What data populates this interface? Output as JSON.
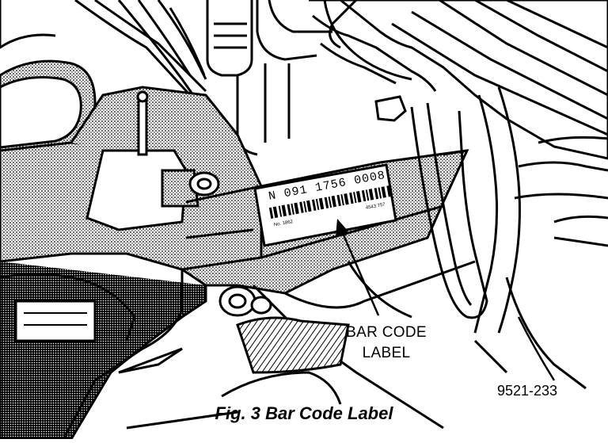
{
  "label": {
    "serial": "N 091 1756 0008",
    "small_left": "No. 1862",
    "small_right": "4543 757"
  },
  "callout": {
    "line1": "BAR CODE",
    "line2": "LABEL"
  },
  "figure_number": "9521-233",
  "caption": "Fig. 3 Bar Code Label",
  "icons": [
    "transmission-case",
    "bar-code-label",
    "bolt",
    "hoses",
    "leader-arrow"
  ]
}
